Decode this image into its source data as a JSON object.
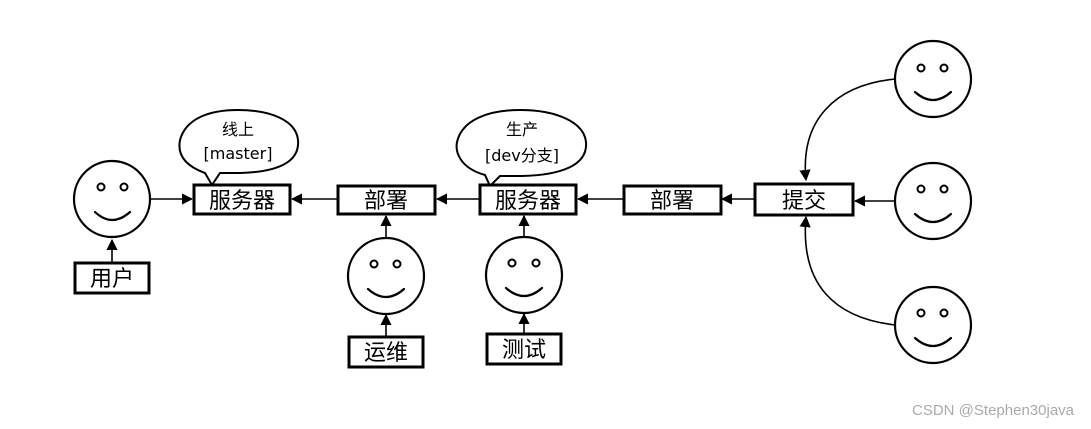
{
  "nodes": {
    "server_prod": "服务器",
    "deploy_prod": "部署",
    "server_dev": "服务器",
    "deploy_dev": "部署",
    "commit": "提交",
    "user": "用户",
    "ops": "运维",
    "test": "测试"
  },
  "bubbles": {
    "prod_line1": "线上",
    "prod_line2": "[master]",
    "dev_line1": "生产",
    "dev_line2": "[dev分支]"
  },
  "watermark": "CSDN @Stephen30java"
}
